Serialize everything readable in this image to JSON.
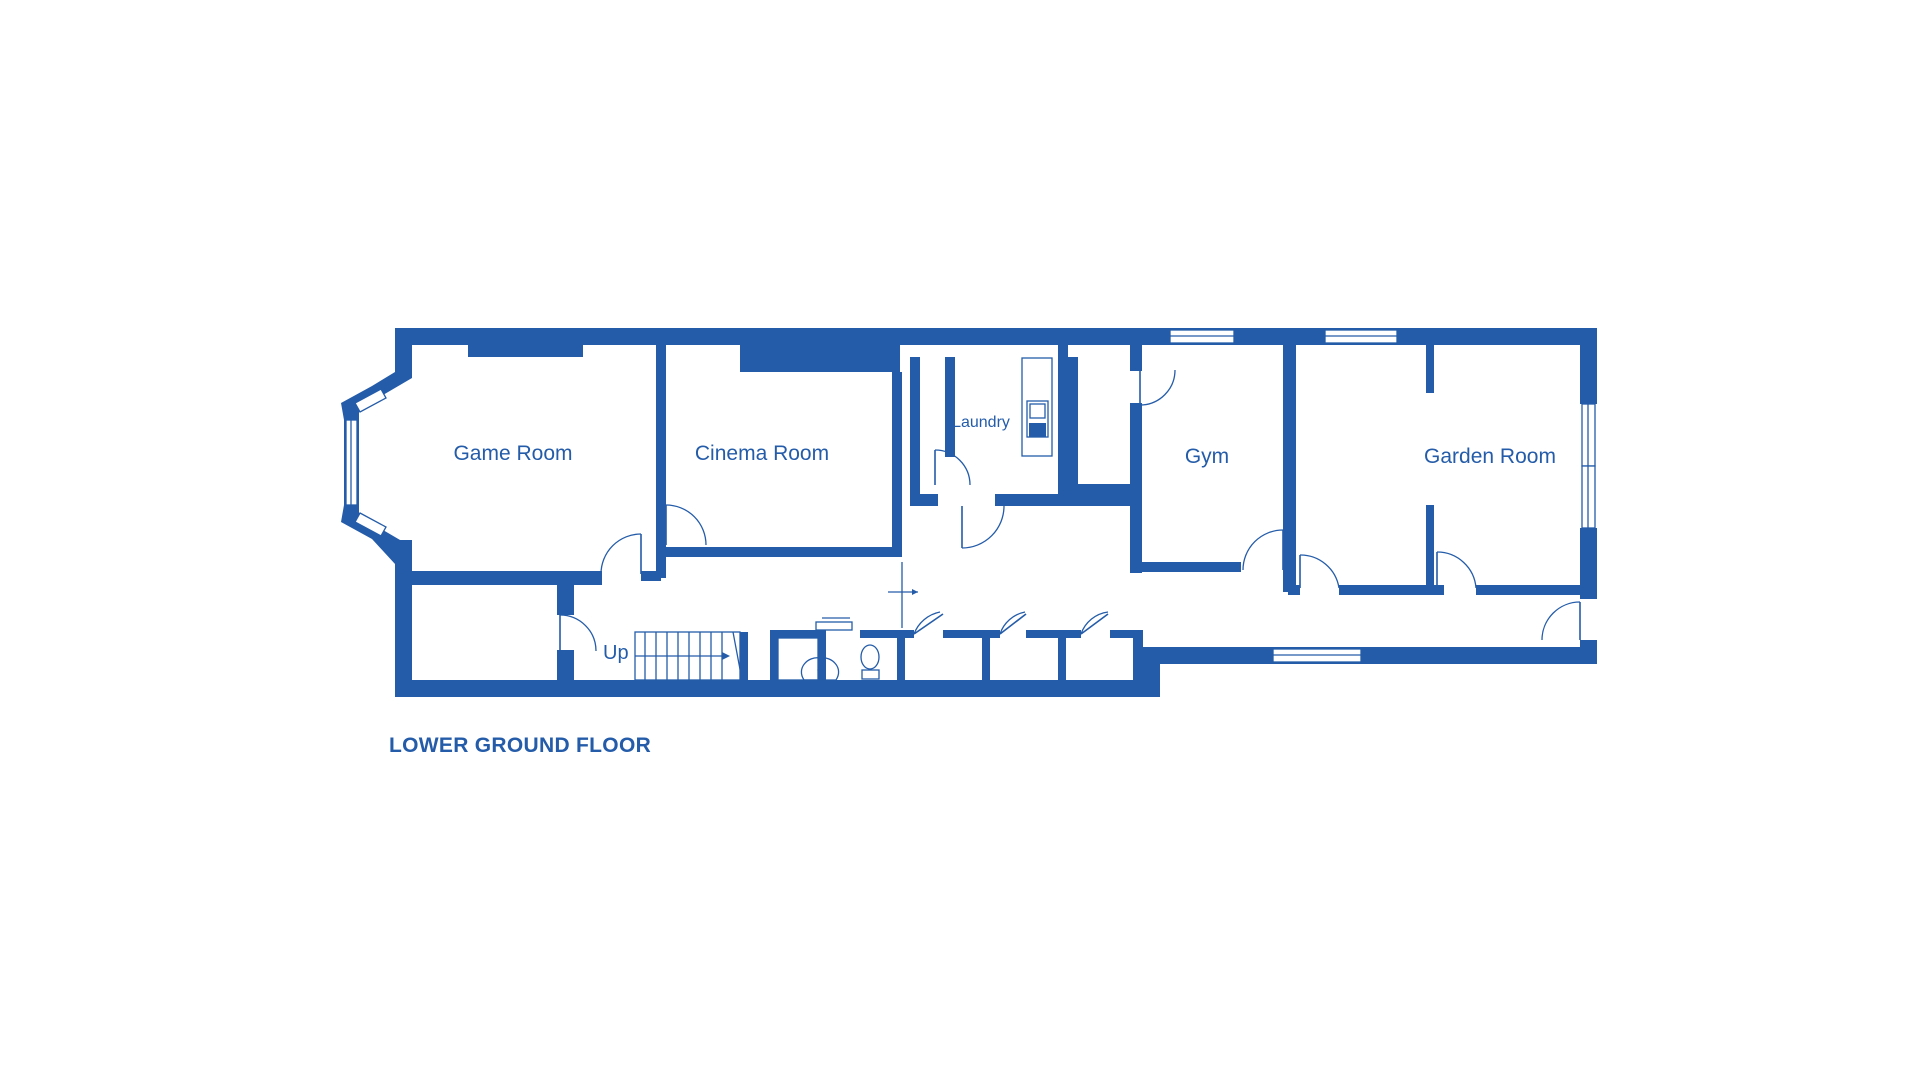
{
  "plan": {
    "floor_title": "LOWER GROUND FLOOR",
    "rooms": {
      "game_room": "Game Room",
      "cinema_room": "Cinema Room",
      "laundry": "Laundry",
      "gym": "Gym",
      "garden_room": "Garden Room"
    },
    "stairs_label": "Up",
    "color": "#245ca9"
  }
}
